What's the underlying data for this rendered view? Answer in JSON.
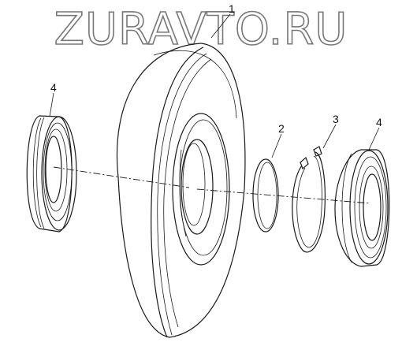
{
  "watermark": {
    "text": "ZURAVTO.RU"
  },
  "callouts": {
    "disc": "1",
    "spacer_ring": "2",
    "snap_ring": "3",
    "bearing_left": "4",
    "bearing_right": "4"
  },
  "colors": {
    "line": "#1a1a1a",
    "watermark_outline": "#777777"
  }
}
